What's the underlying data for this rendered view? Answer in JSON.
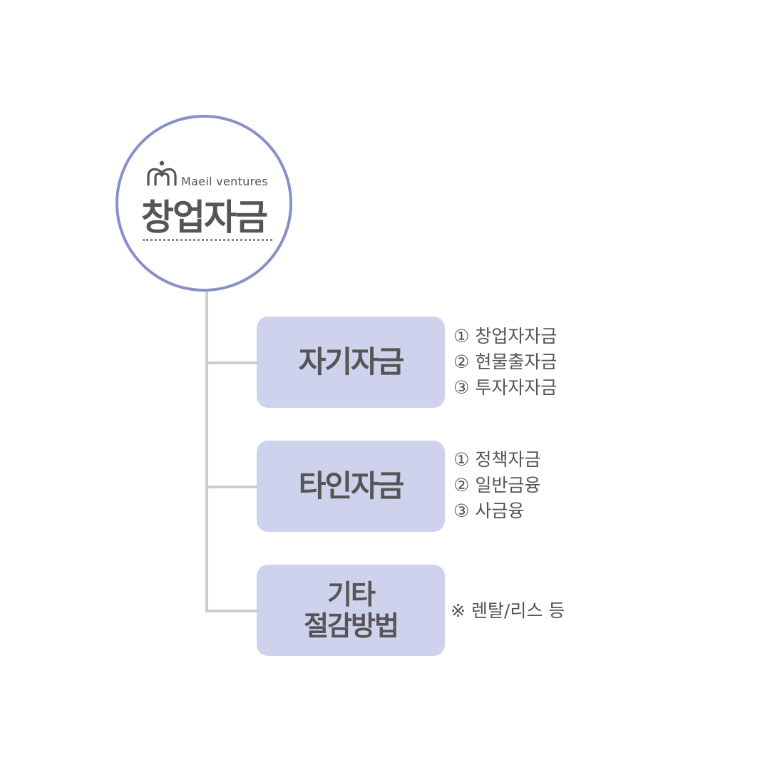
{
  "root": {
    "brand": "Maeil ventures",
    "title": "창업자금"
  },
  "colors": {
    "circle_border": "#8890cc",
    "node_fill": "#ced2ec",
    "connector": "#cccccc",
    "text": "#555555"
  },
  "branches": [
    {
      "label": "자기자금",
      "items": [
        "① 창업자자금",
        "② 현물출자금",
        "③ 투자자자금"
      ]
    },
    {
      "label": "타인자금",
      "items": [
        "① 정책자금",
        "② 일반금융",
        "③ 사금융"
      ]
    },
    {
      "label_lines": [
        "기타",
        "절감방법"
      ],
      "note": "※ 렌탈/리스 등"
    }
  ]
}
